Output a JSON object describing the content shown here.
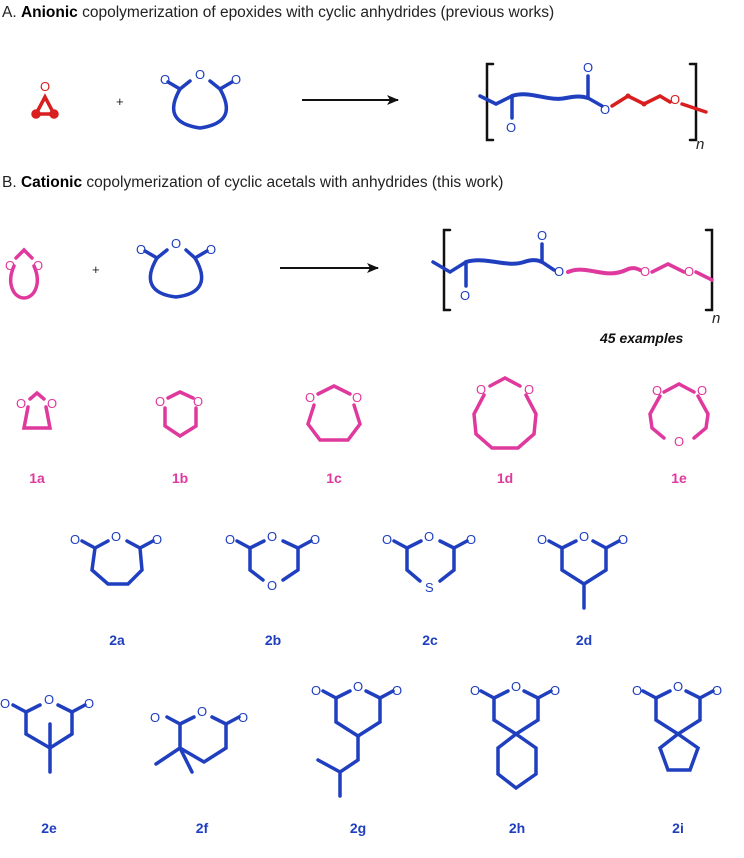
{
  "sectionA": {
    "prefix": "A. ",
    "bold": "Anionic",
    "rest": " copolymerization of epoxides with cyclic anhydrides (previous works)"
  },
  "sectionB": {
    "prefix": "B. ",
    "bold": "Cationic",
    "rest": " copolymerization of cyclic acetals with anhydrides (this work)"
  },
  "plus": "+",
  "subscript_n": "n",
  "atom_O": "O",
  "atom_S": "S",
  "examples": "45 examples",
  "acetal_labels": [
    "1a",
    "1b",
    "1c",
    "1d",
    "1e"
  ],
  "anhydride_labels_row1": [
    "2a",
    "2b",
    "2c",
    "2d"
  ],
  "anhydride_labels_row2": [
    "2e",
    "2f",
    "2g",
    "2h",
    "2i"
  ],
  "colors": {
    "magenta": "#e0399e",
    "blue": "#1f3fbf",
    "red": "#d81e1e",
    "black": "#111111"
  }
}
